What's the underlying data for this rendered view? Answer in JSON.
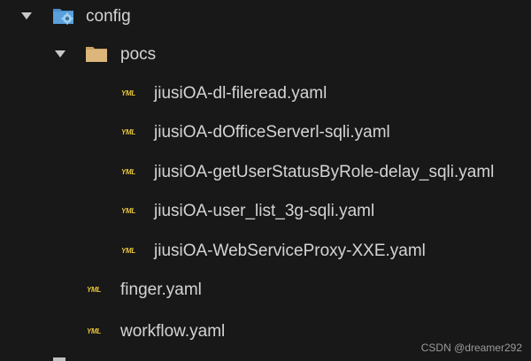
{
  "explorer": {
    "config": {
      "label": "config",
      "icon": "gear-folder-icon",
      "expanded": true
    },
    "pocs": {
      "label": "pocs",
      "icon": "folder-icon",
      "expanded": true
    },
    "poc_files": [
      {
        "label": "jiusiOA-dl-fileread.yaml",
        "badge": "YML"
      },
      {
        "label": "jiusiOA-dOfficeServerl-sqli.yaml",
        "badge": "YML"
      },
      {
        "label": "jiusiOA-getUserStatusByRole-delay_sqli.yaml",
        "badge": "YML"
      },
      {
        "label": "jiusiOA-user_list_3g-sqli.yaml",
        "badge": "YML"
      },
      {
        "label": "jiusiOA-WebServiceProxy-XXE.yaml",
        "badge": "YML"
      }
    ],
    "config_files": [
      {
        "label": "finger.yaml",
        "badge": "YML"
      },
      {
        "label": "workflow.yaml",
        "badge": "YML"
      }
    ]
  },
  "watermark": "CSDN @dreamer292",
  "colors": {
    "background": "#181818",
    "text": "#d4d4d4",
    "folder": "#dcb67a",
    "gear_folder": "#4a8cc9",
    "yaml_badge": "#e8c43a"
  }
}
